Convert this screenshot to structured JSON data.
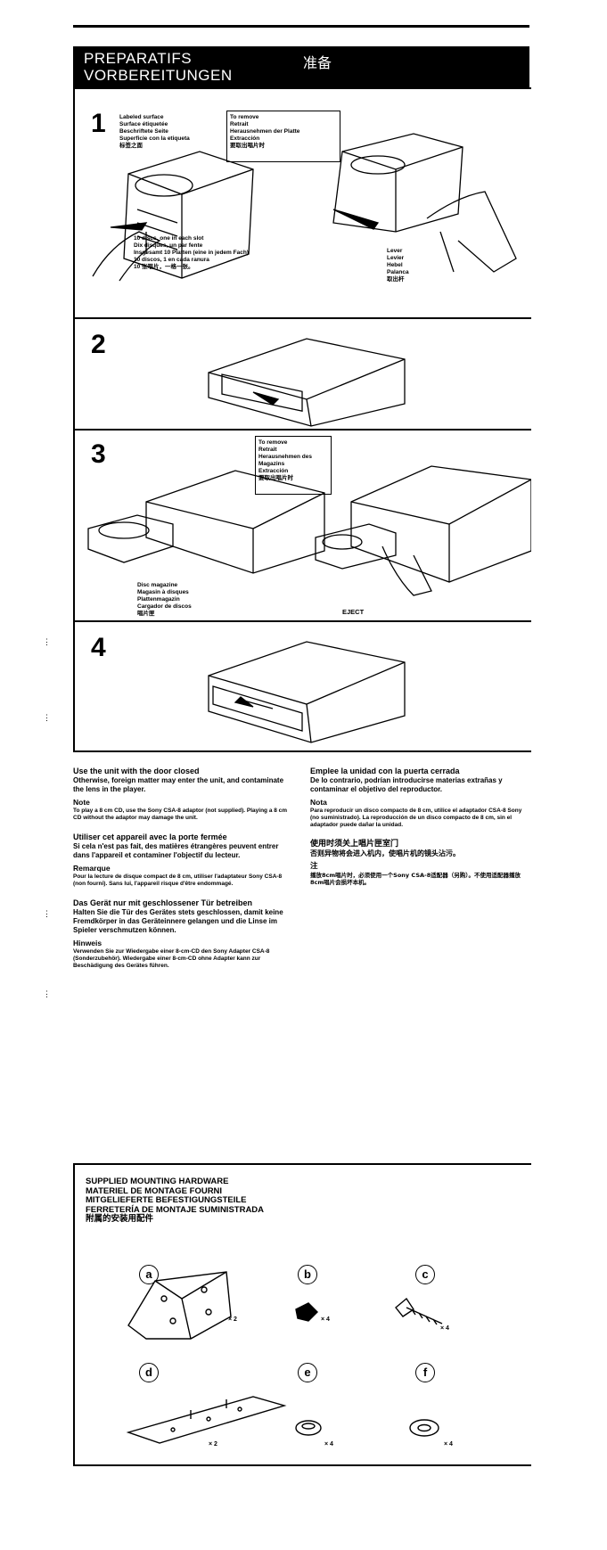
{
  "header": {
    "title_fr": "PREPARATIFS",
    "title_de": "VORBEREITUNGEN",
    "title_zh": "准备"
  },
  "step1": {
    "number": "1",
    "labeled_surface": "Labeled surface\nSurface étiquetée\nBeschriftete Seite\nSuperficie con la etiqueta\n标签之面",
    "to_remove": "To remove\nRetrait\nHerausnehmen der Platte\nExtracción\n要取出唱片时",
    "discs": "10 discs, one in each slot\nDix disques, un par fente\nInsgesamt 10 Platten (eine in jedem Fach)\n10 discos, 1 en cada ranura\n10 张唱片，一格一张。",
    "lever": "Lever\nLevier\nHebel\nPalanca\n取出杆"
  },
  "step2": {
    "number": "2"
  },
  "step3": {
    "number": "3",
    "to_remove": "To remove\nRetrait\nHerausnehmen des\nMagazins\nExtracción\n要取出唱片时",
    "disc_magazine": "Disc magazine\nMagasin à disques\nPlattenmagazin\nCargador de discos\n唱片匣",
    "eject": "EJECT"
  },
  "step4": {
    "number": "4"
  },
  "notes": {
    "en_heading": "Use the unit with the door closed",
    "en_body": "Otherwise, foreign matter may enter the unit, and contaminate the lens in the player.",
    "en_note_title": "Note",
    "en_note": "To play a 8 cm CD, use the Sony CSA-8 adaptor (not supplied). Playing a 8 cm CD without the adaptor may damage the unit.",
    "fr_heading": "Utiliser cet appareil avec la porte fermée",
    "fr_body": "Si cela n'est pas fait, des matières étrangères peuvent entrer dans l'appareil et contaminer l'objectif du lecteur.",
    "fr_note_title": "Remarque",
    "fr_note": "Pour la lecture de disque compact de 8 cm, utiliser l'adaptateur Sony CSA-8 (non fourni). Sans lui, l'appareil risque d'être endommagé.",
    "de_heading": "Das Gerät nur mit geschlossener Tür betreiben",
    "de_body": "Halten Sie die Tür des Gerätes stets geschlossen, damit keine Fremdkörper in das Geräteinnere gelangen und die Linse im Spieler verschmutzen können.",
    "de_note_title": "Hinweis",
    "de_note": "Verwenden Sie zur Wiedergabe einer 8-cm-CD den Sony Adapter CSA-8 (Sonderzubehör). Wiedergabe einer 8-cm-CD ohne Adapter kann zur Beschädigung des Gerätes führen.",
    "es_heading": "Emplee la unidad con la puerta cerrada",
    "es_body": "De lo contrario, podrían introducirse materias extrañas y contaminar el objetivo del reproductor.",
    "es_note_title": "Nota",
    "es_note": "Para reproducir un disco compacto de 8 cm, utilice el adaptador CSA-8 Sony (no suministrado). La reproducción de un disco compacto de 8 cm, sin el adaptador puede dañar la unidad.",
    "zh_heading": "使用时须关上唱片匣室门",
    "zh_body": "否则异物将会进入机内，使唱片机的镜头沾污。",
    "zh_note_title": "注",
    "zh_note": "播放8cm唱片时，必须使用一个Sony CSA-8适配器（另购）。不使用适配器播放8cm唱片会损坏本机。"
  },
  "hardware": {
    "title": "SUPPLIED MOUNTING HARDWARE\nMATERIEL DE MONTAGE FOURNI\nMITGELIEFERTE BEFESTIGUNGSTEILE\nFERRETERÍA DE MONTAJE SUMINISTRADA\n附属的安装用配件",
    "a": "a",
    "b": "b",
    "c": "c",
    "d": "d",
    "e": "e",
    "f": "f",
    "qty_a": "× 2",
    "qty_b": "× 4",
    "qty_c": "× 4",
    "qty_d": "× 2",
    "qty_e": "× 4",
    "qty_f": "× 4"
  }
}
